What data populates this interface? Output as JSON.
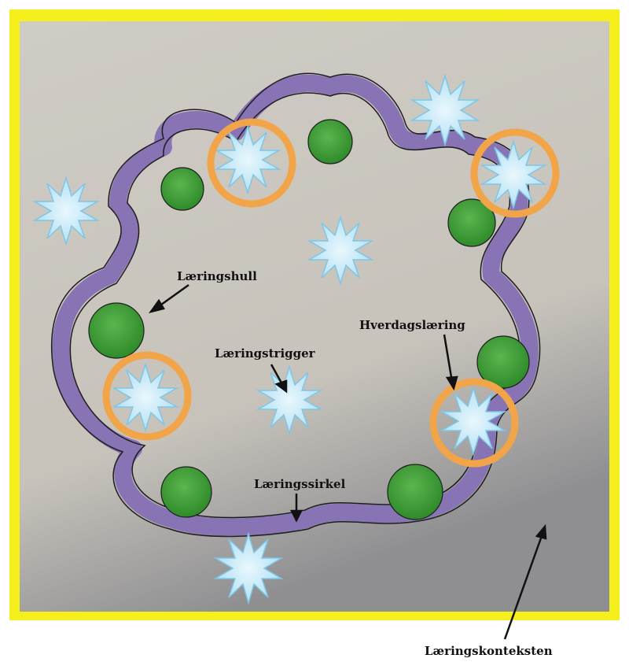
{
  "labels": {
    "learning_hole": "Læringshull",
    "learning_trigger": "Læringstrigger",
    "everyday_learning": "Hverdagslæring",
    "learning_circle": "Læringssirkel",
    "learning_context": "Læringskonteksten"
  },
  "colors": {
    "frame": "#f5ef1c",
    "paper": "#ccc8c0",
    "circle_band": "#8873b4",
    "green_dot": "#3e9a36",
    "star_fill": "#bfe5f6",
    "ring": "#f2a548"
  },
  "icons": {
    "star": "burst-star-icon",
    "dot": "green-dot-icon",
    "ring": "orange-ring-icon"
  }
}
